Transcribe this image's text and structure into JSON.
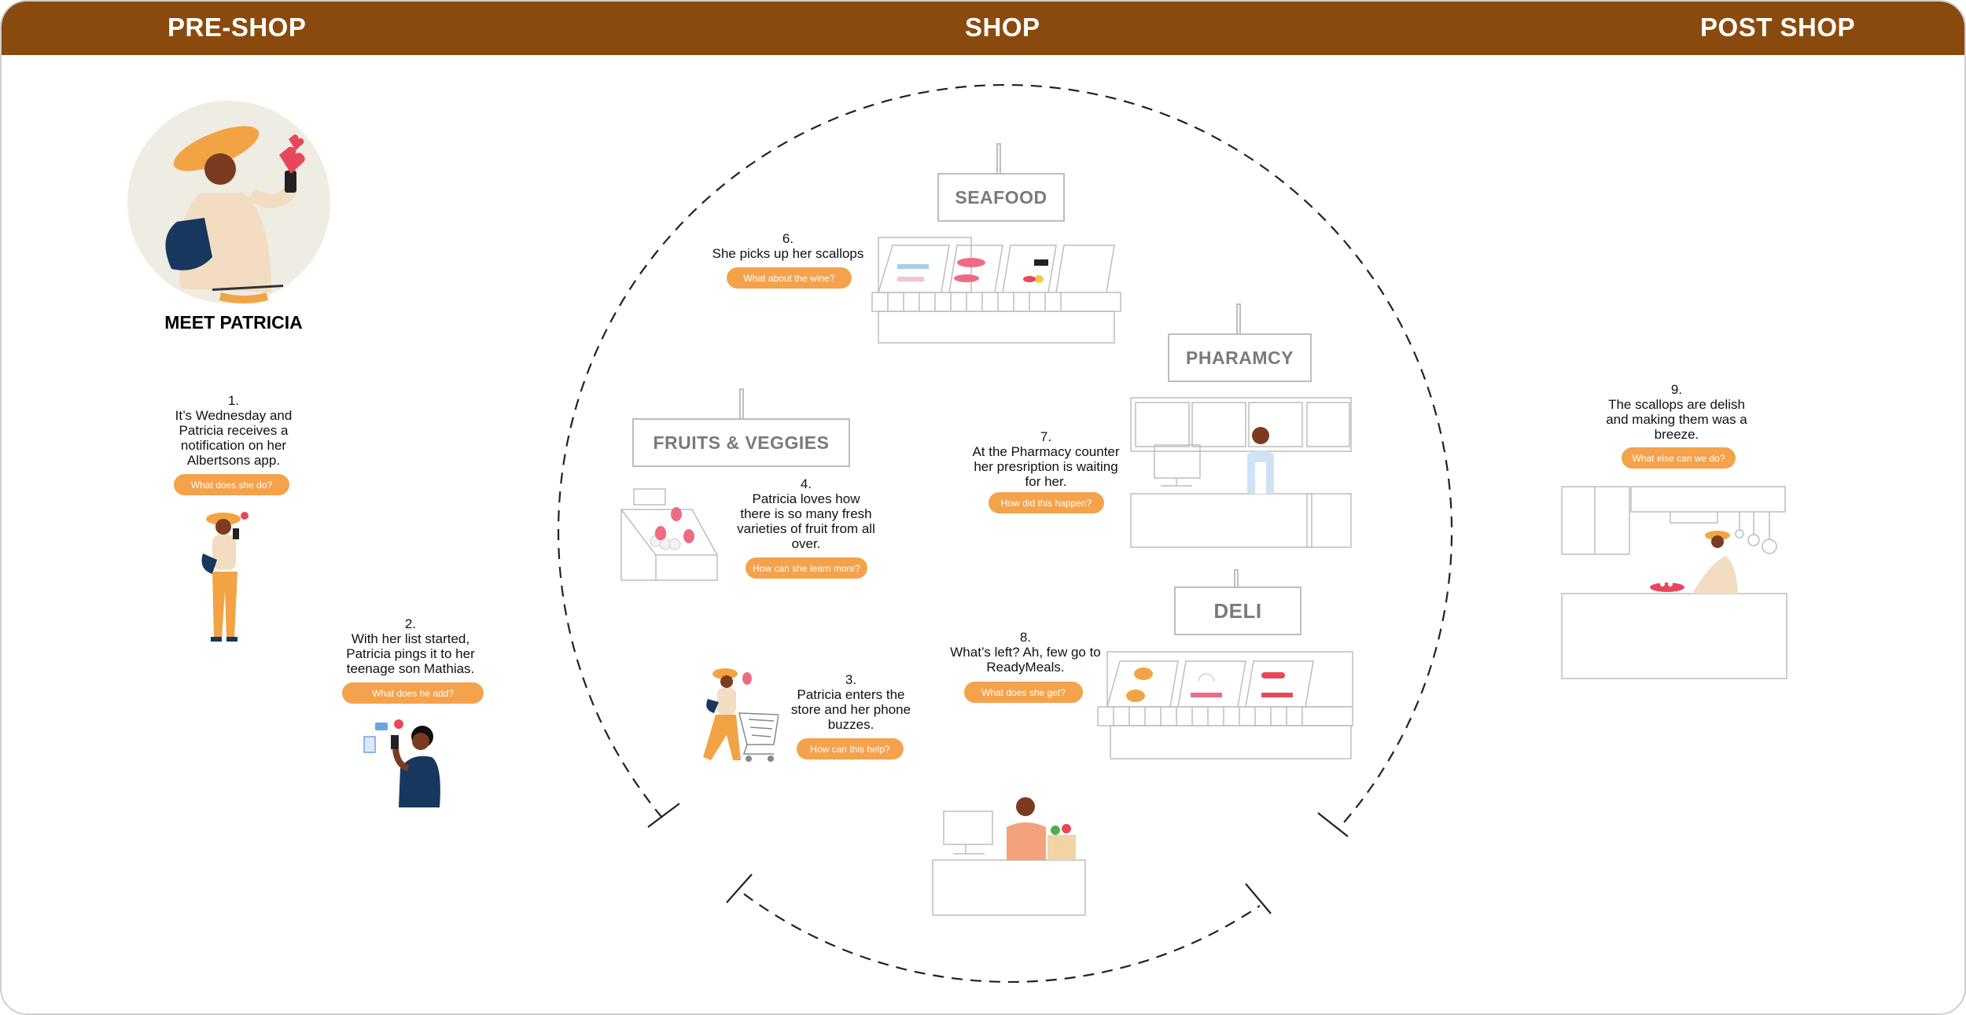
{
  "phases": {
    "pre_shop": "PRE-SHOP",
    "shop": "SHOP",
    "post_shop": "POST SHOP"
  },
  "persona": {
    "title": "MEET PATRICIA"
  },
  "signs": {
    "seafood": "SEAFOOD",
    "pharmacy": "PHARAMCY",
    "fruits": "FRUITS & VEGGIES",
    "deli": "DELI"
  },
  "steps": [
    {
      "num": "1.",
      "text": "It’s Wednesday and Patricia receives a notification on her Albertsons app.",
      "button": "What does she do?"
    },
    {
      "num": "2.",
      "text": "With her list started, Patricia pings it to her teenage son Mathias.",
      "button": "What does he add?"
    },
    {
      "num": "3.",
      "text": "Patricia enters the store and her phone buzzes.",
      "button": "How can this help?"
    },
    {
      "num": "4.",
      "text": "Patricia loves how there is so many fresh varieties of fruit from all over.",
      "button": "How can she learn more?"
    },
    {
      "num": "6.",
      "text": "She picks up her scallops",
      "button": "What about the wine?"
    },
    {
      "num": "7.",
      "text": "At the Pharmacy counter her presription is waiting for her.",
      "button": "How did this happen?"
    },
    {
      "num": "8.",
      "text": "What’s left? Ah, few go to ReadyMeals.",
      "button": "What does she get?"
    },
    {
      "num": "9.",
      "text": "The scallops are delish and making them was a breeze.",
      "button": "What else can we do?"
    }
  ],
  "colors": {
    "header": "#8a4a0d",
    "accent": "#f4a24c",
    "sign_text": "#7a7a7a"
  }
}
